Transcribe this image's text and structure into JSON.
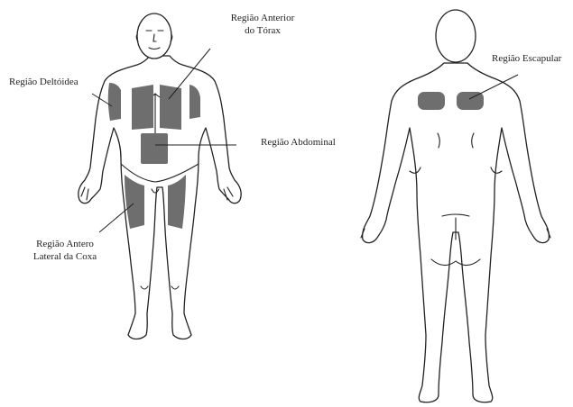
{
  "labels": {
    "deltoid": "Região Deltóidea",
    "thorax_line1": "Região Anterior",
    "thorax_line2": "do Tórax",
    "abdominal": "Região Abdominal",
    "thigh_line1": "Região Antero",
    "thigh_line2": "Lateral da Coxa",
    "scapular": "Região Escapular"
  },
  "colors": {
    "region_fill": "#6e6e6e",
    "outline": "#222222"
  }
}
